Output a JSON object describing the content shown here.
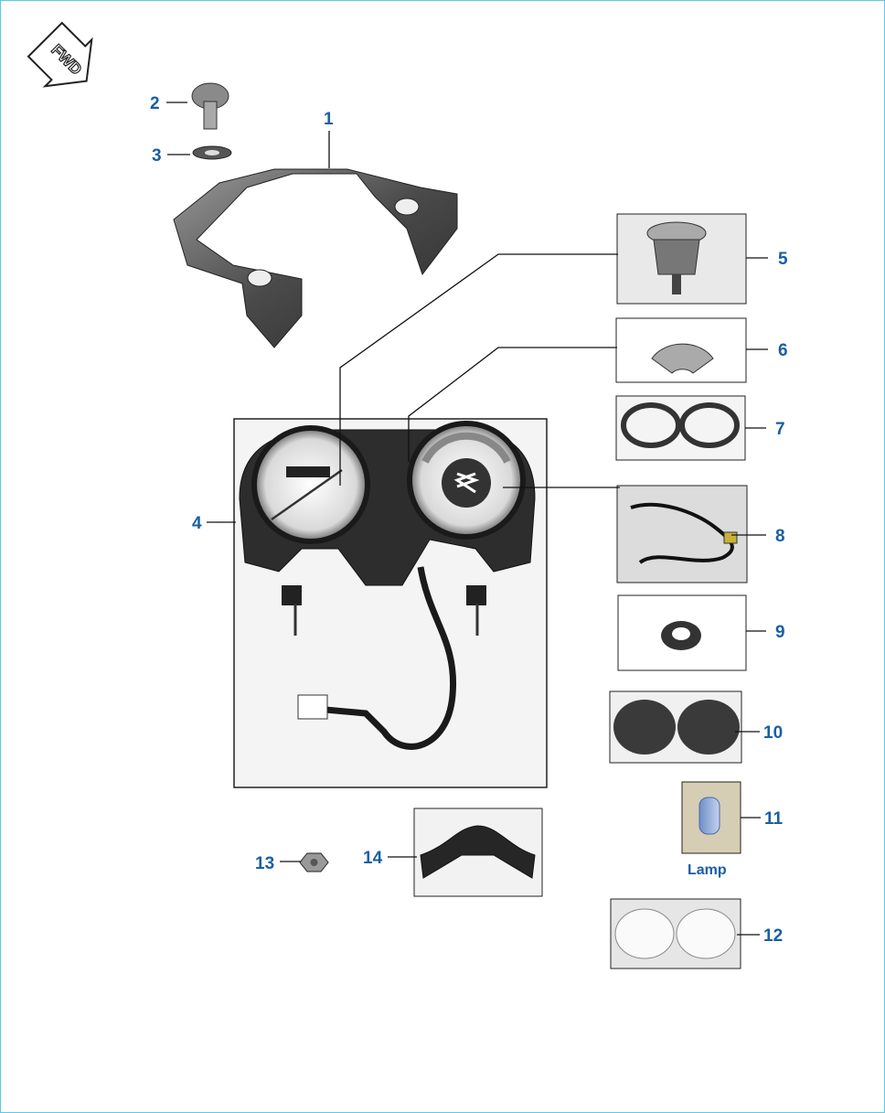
{
  "fwd_label": "FWD",
  "callouts": {
    "c1": "1",
    "c2": "2",
    "c3": "3",
    "c4": "4",
    "c5": "5",
    "c6": "6",
    "c7": "7",
    "c8": "8",
    "c9": "9",
    "c10": "10",
    "c11": "11",
    "c12": "12",
    "c13": "13",
    "c14": "14"
  },
  "lamp_label": "Lamp",
  "colors": {
    "callout": "#1a5fa3",
    "frame": "#5bc8ec"
  },
  "icons": {
    "fwd": "fwd-arrow-icon"
  }
}
